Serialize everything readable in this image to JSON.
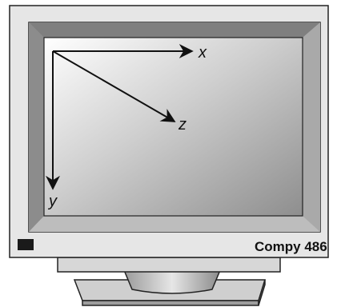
{
  "monitor": {
    "brand_label": "Compy 486"
  },
  "axes": {
    "x_label": "x",
    "y_label": "y",
    "z_label": "z"
  }
}
